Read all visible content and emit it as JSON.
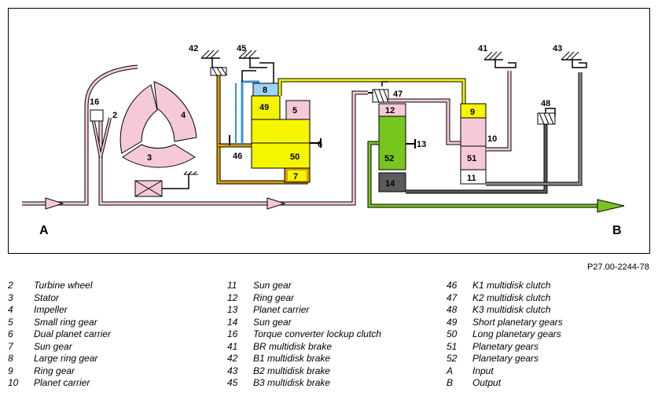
{
  "reference": "P27.00-2244-78",
  "io": {
    "input": "A",
    "output": "B"
  },
  "labels": {
    "n2": "2",
    "n3": "3",
    "n4": "4",
    "n5": "5",
    "n6": "6",
    "n7": "7",
    "n8": "8",
    "n9": "9",
    "n10": "10",
    "n11": "11",
    "n12": "12",
    "n13": "13",
    "n14": "14",
    "n16": "16",
    "n41": "41",
    "n42": "42",
    "n43": "43",
    "n45": "45",
    "n46": "46",
    "n47": "47",
    "n48": "48",
    "n49": "49",
    "n50": "50",
    "n51": "51",
    "n52": "52"
  },
  "legend": {
    "col1": [
      {
        "num": "2",
        "text": "Turbine wheel"
      },
      {
        "num": "3",
        "text": "Stator"
      },
      {
        "num": "4",
        "text": "Impeller"
      },
      {
        "num": "5",
        "text": "Small ring gear"
      },
      {
        "num": "6",
        "text": "Dual planet carrier"
      },
      {
        "num": "7",
        "text": "Sun gear"
      },
      {
        "num": "8",
        "text": "Large ring gear"
      },
      {
        "num": "9",
        "text": "Ring gear"
      },
      {
        "num": "10",
        "text": "Planet carrier"
      }
    ],
    "col2": [
      {
        "num": "11",
        "text": "Sun gear"
      },
      {
        "num": "12",
        "text": "Ring gear"
      },
      {
        "num": "13",
        "text": "Planet carrier"
      },
      {
        "num": "14",
        "text": "Sun gear"
      },
      {
        "num": "16",
        "text": "Torque converter lockup clutch"
      },
      {
        "num": "41",
        "text": "BR multidisk brake"
      },
      {
        "num": "42",
        "text": "B1 multidisk brake"
      },
      {
        "num": "43",
        "text": "B2 multidisk brake"
      },
      {
        "num": "45",
        "text": "B3 multidisk brake"
      }
    ],
    "col3": [
      {
        "num": "46",
        "text": "K1 multidisk clutch"
      },
      {
        "num": "47",
        "text": "K2 multidisk clutch"
      },
      {
        "num": "48",
        "text": "K3 multidisk clutch"
      },
      {
        "num": "49",
        "text": "Short planetary gears"
      },
      {
        "num": "50",
        "text": "Long planetary gears"
      },
      {
        "num": "51",
        "text": "Planetary gears"
      },
      {
        "num": "52",
        "text": "Planetary gears"
      },
      {
        "num": "A",
        "text": "Input"
      },
      {
        "num": "B",
        "text": "Output"
      }
    ]
  },
  "colors": {
    "pink": "#f5c9d7",
    "yellow": "#f5f500",
    "orange": "#d9a000",
    "blue": "#3a8fd6",
    "lightblue": "#9fd3f3",
    "green": "#78c51f",
    "darkgray": "#5a5a5a",
    "gray": "#8a8a8a"
  }
}
